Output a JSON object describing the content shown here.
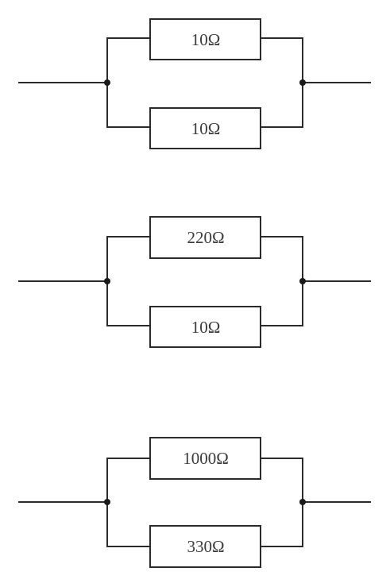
{
  "colors": {
    "wire": "#2b2b2b",
    "label": "#3a3a3a",
    "background": "#ffffff"
  },
  "circuits": [
    {
      "top_resistor": "10Ω",
      "bottom_resistor": "10Ω"
    },
    {
      "top_resistor": "220Ω",
      "bottom_resistor": "10Ω"
    },
    {
      "top_resistor": "1000Ω",
      "bottom_resistor": "330Ω"
    }
  ]
}
